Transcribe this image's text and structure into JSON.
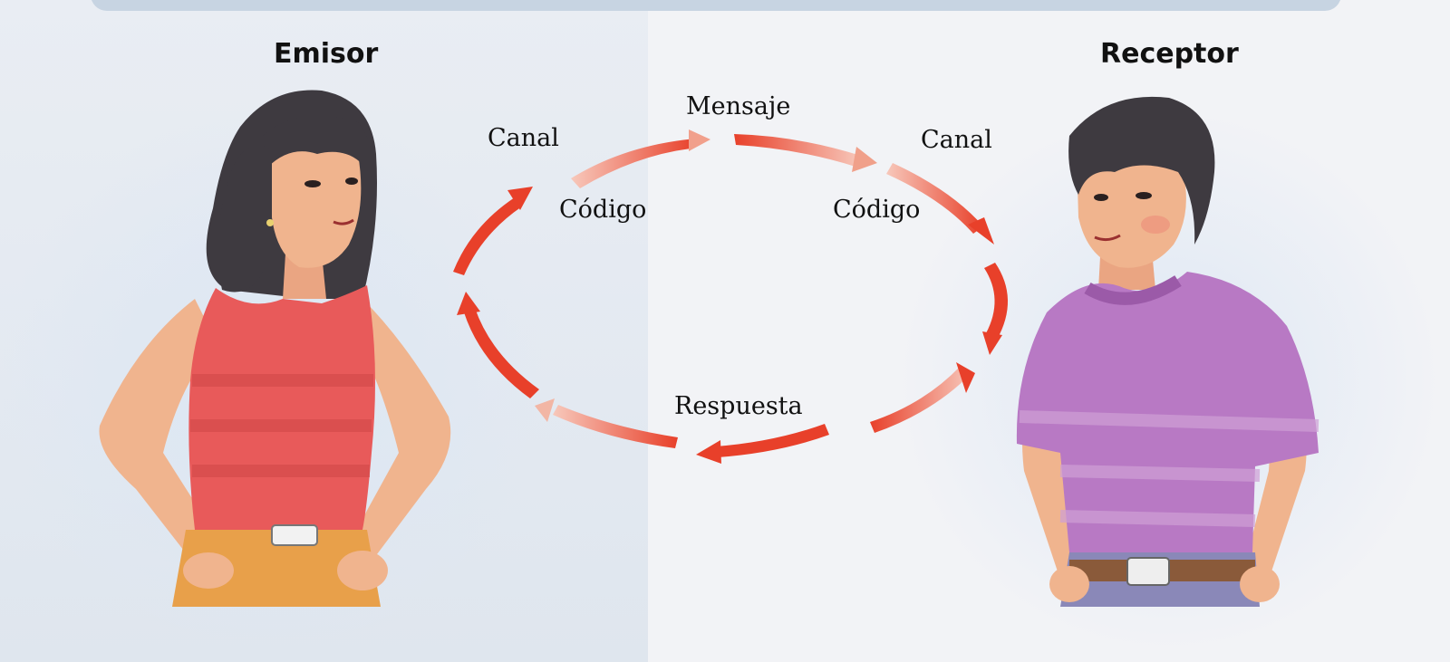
{
  "diagram": {
    "left_person_label": "Emisor",
    "right_person_label": "Receptor",
    "top_label": "Mensaje",
    "bottom_label": "Respuesta",
    "left_channel_label": "Canal",
    "right_channel_label": "Canal",
    "left_code_label": "Código",
    "right_code_label": "Código"
  },
  "colors": {
    "arrow": "#e8402a",
    "girl_shirt": "#e85a5a",
    "boy_shirt": "#b879c4",
    "skin": "#f0b48e",
    "hair": "#3e3a40"
  }
}
